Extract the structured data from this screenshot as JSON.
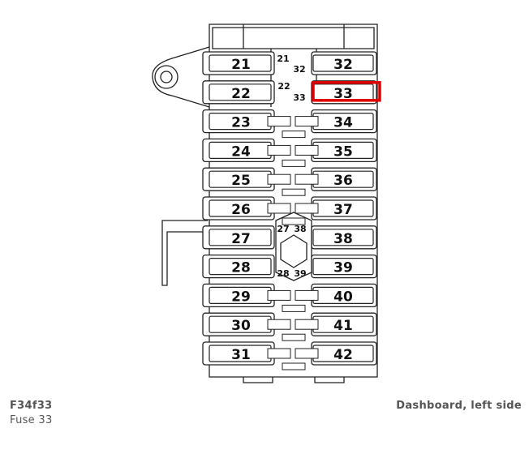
{
  "captions": {
    "code": "F34f33",
    "fuse": "Fuse 33",
    "location": "Dashboard, left side"
  },
  "highlight_color": "#e00000",
  "highlighted_fuse": "33",
  "left_column": [
    "21",
    "22",
    "23",
    "24",
    "25",
    "26",
    "27",
    "28",
    "29",
    "30",
    "31"
  ],
  "right_column": [
    "32",
    "33",
    "34",
    "35",
    "36",
    "37",
    "38",
    "39",
    "40",
    "41",
    "42"
  ],
  "top_labels": {
    "a": "21",
    "b": "32",
    "c": "22",
    "d": "33"
  },
  "mid_labels": {
    "a": "27",
    "b": "38",
    "c": "28",
    "d": "39"
  }
}
